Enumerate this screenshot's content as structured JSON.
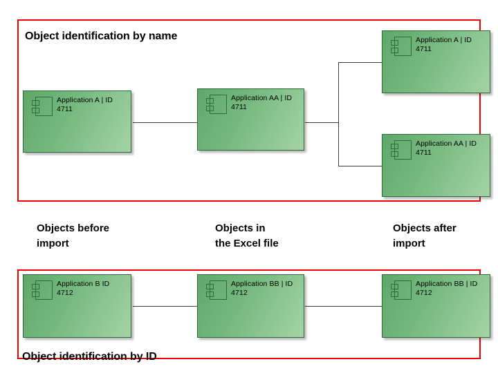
{
  "diagram": {
    "sections": {
      "top": {
        "title": "Object identification by name"
      },
      "bottom": {
        "title": "Object identification by ID"
      }
    },
    "captions": {
      "before": "Objects before\nimport",
      "excel": "Objects in\nthe Excel file",
      "after": "Objects after\nimport"
    },
    "components": {
      "a_before": {
        "label": "Application A | ID 4711",
        "icon": "uml-component-icon"
      },
      "aa_excel": {
        "label": "Application AA | ID 4711",
        "icon": "uml-component-icon"
      },
      "a_after": {
        "label": "Application A | ID 4711",
        "icon": "uml-component-icon"
      },
      "aa_after": {
        "label": "Application AA | ID 4711",
        "icon": "uml-component-icon"
      },
      "b_before": {
        "label": "Application B  ID 4712",
        "icon": "uml-component-icon"
      },
      "bb_excel": {
        "label": "Application BB | ID 4712",
        "icon": "uml-component-icon"
      },
      "bb_after": {
        "label": "Application BB | ID 4712",
        "icon": "uml-component-icon"
      }
    },
    "colors": {
      "frame_border": "#ee0000",
      "component_border": "#2f6b38",
      "component_fill_dark": "#5fa869",
      "component_fill_light": "#a5d3a6",
      "connector": "#3a3a3a",
      "text": "#000000",
      "background": "#ffffff"
    }
  }
}
